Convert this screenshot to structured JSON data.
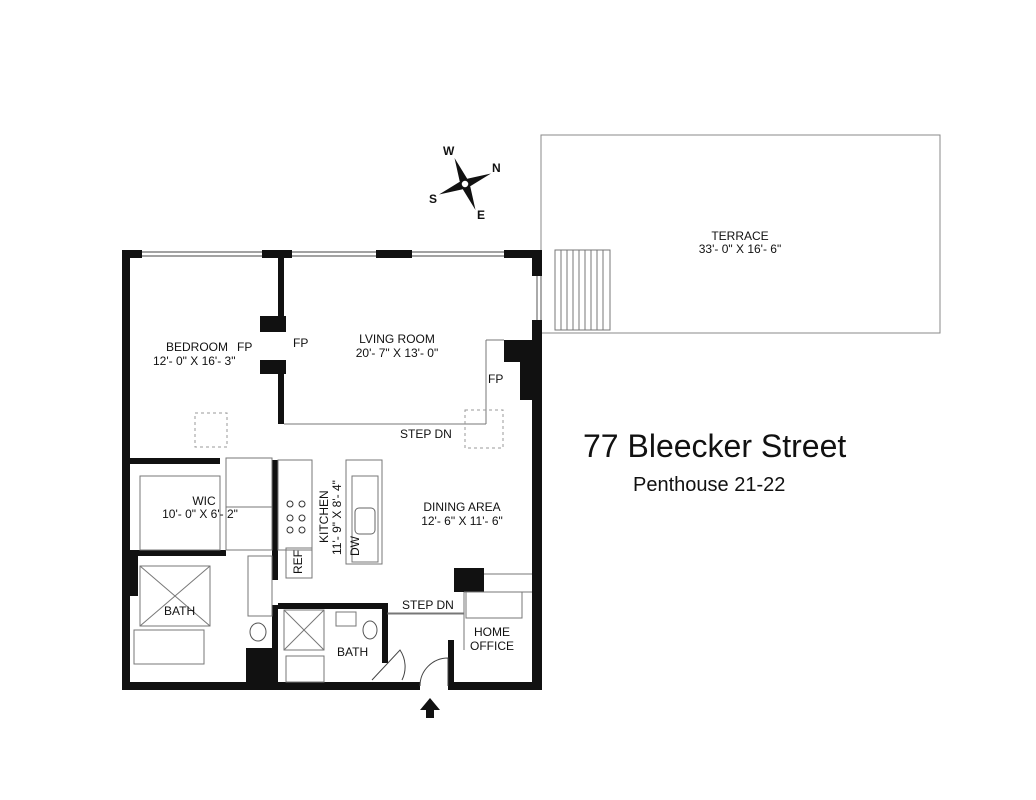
{
  "listing": {
    "address": "77 Bleecker Street",
    "unit": "Penthouse 21-22"
  },
  "compass": {
    "w": "W",
    "n": "N",
    "s": "S",
    "e": "E"
  },
  "rooms": {
    "terrace": {
      "name": "TERRACE",
      "dims": "33'- 0\" X 16'- 6\""
    },
    "bedroom": {
      "name": "BEDROOM",
      "fp": "FP",
      "dims": "12'- 0\" X 16'- 3\""
    },
    "living": {
      "name": "LVING ROOM",
      "dims": "20'- 7\" X 13'- 0\""
    },
    "fp_center": "FP",
    "fp_right": "FP",
    "wic": {
      "name": "WIC",
      "dims": "10'- 0\" X 6'- 2\""
    },
    "kitchen": {
      "name": "KITCHEN",
      "dims": "11'- 9\" X 8'- 4\""
    },
    "dining": {
      "name": "DINING AREA",
      "dims": "12'- 6\" X 11'- 6\""
    },
    "bath_left": "BATH",
    "bath_small": "BATH",
    "home_office": {
      "line1": "HOME",
      "line2": "OFFICE"
    },
    "step_dn_upper": "STEP DN",
    "step_dn_lower": "STEP DN",
    "ref": "REF",
    "dw": "DW"
  }
}
